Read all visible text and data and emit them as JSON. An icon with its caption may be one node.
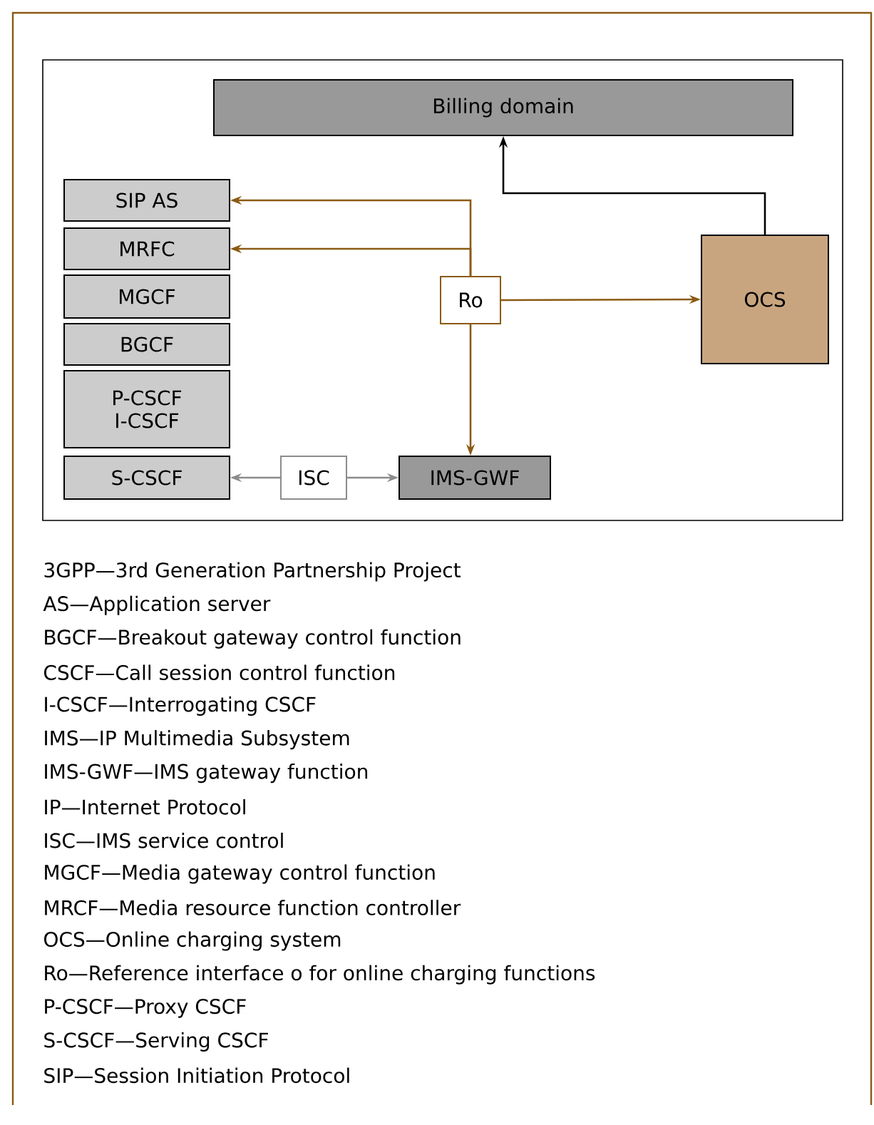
{
  "diagram": {
    "nodes": [
      {
        "text": [
          "Billing domain"
        ]
      },
      {
        "text": [
          "SIP AS"
        ]
      },
      {
        "text": [
          "MRFC"
        ]
      },
      {
        "text": [
          "MGCF"
        ]
      },
      {
        "text": [
          "BGCF"
        ]
      },
      {
        "text": [
          "P-CSCF",
          "I-CSCF"
        ]
      },
      {
        "text": [
          "S-CSCF"
        ]
      },
      {
        "text": [
          "Ro"
        ]
      },
      {
        "text": [
          "ISC"
        ]
      },
      {
        "text": [
          "IMS-GWF"
        ]
      },
      {
        "text": [
          "OCS"
        ]
      }
    ],
    "edges": [
      {
        "from": 7,
        "to": 1,
        "arrow": "to"
      },
      {
        "from": 7,
        "to": 2,
        "arrow": "to"
      },
      {
        "from": 7,
        "to": 10,
        "arrow": "to"
      },
      {
        "from": 7,
        "to": 9,
        "arrow": "to"
      },
      {
        "from": 10,
        "to": 0,
        "arrow": "to",
        "color": "#000000"
      },
      {
        "from": 8,
        "to": 6,
        "arrow": "to",
        "color": "#8c8c8c"
      },
      {
        "from": 8,
        "to": 9,
        "arrow": "to",
        "color": "#8c8c8c"
      }
    ],
    "labels": [
      "3GPP—3rd Generation Partnership Project",
      "AS—Application server",
      "BGCF—Breakout gateway control function",
      "CSCF—Call session control function",
      "I-CSCF—Interrogating CSCF",
      "IMS—IP Multimedia Subsystem",
      "IMS-GWF—IMS gateway function",
      "IP—Internet Protocol",
      "ISC—IMS service control",
      "MGCF—Media gateway control function",
      "MRCF—Media resource function controller",
      "OCS—Online charging system",
      "Ro—Reference interface o for online charging functions",
      "P-CSCF—Proxy CSCF",
      "S-CSCF—Serving CSCF",
      "SIP—Session Initiation Protocol"
    ]
  }
}
